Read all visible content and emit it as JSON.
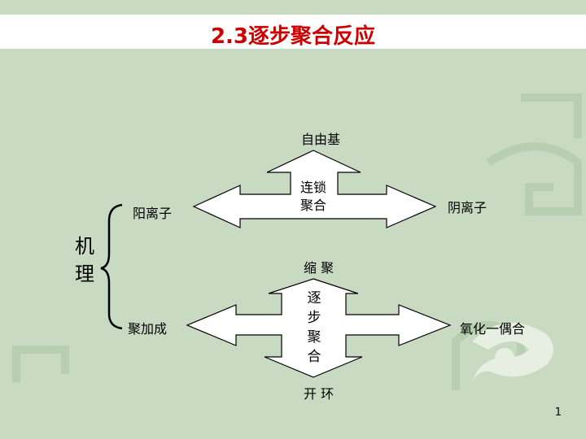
{
  "title": "2.3逐步聚合反应",
  "mechanism_label": [
    "机",
    "理"
  ],
  "chain": {
    "top": "自由基",
    "left": "阳离子",
    "right": "阴离子",
    "center": [
      "连锁",
      "聚合"
    ]
  },
  "step": {
    "top": "缩 聚",
    "left": "聚加成",
    "right": "氧化一偶合",
    "bottom": "开 环",
    "center": [
      "逐",
      "步",
      "聚",
      "合"
    ]
  },
  "page_number": "1",
  "colors": {
    "background": "#c8dbc2",
    "title": "#cc0000",
    "arrow_fill": "#ffffff",
    "arrow_stroke": "#000000"
  }
}
